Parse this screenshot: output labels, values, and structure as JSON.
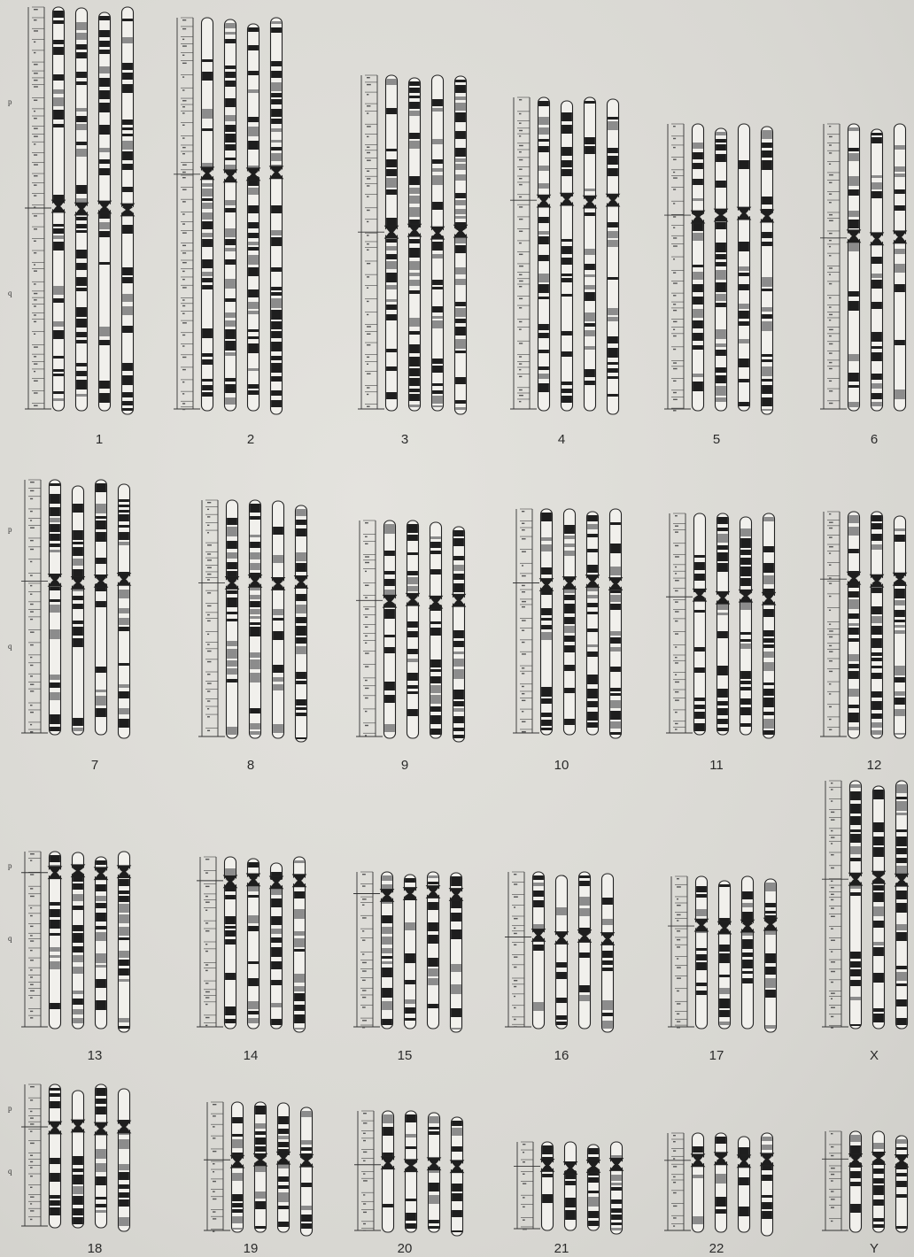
{
  "colors": {
    "paper": "#dcdbd6",
    "band_dark": "#1e1e1e",
    "band_gray": "#8c8c8c",
    "band_light": "#f1f0ec",
    "outline": "#222222"
  },
  "arm_labels": {
    "p": "p",
    "q": "q"
  },
  "chromosomes": [
    {
      "label": "1"
    },
    {
      "label": "2"
    },
    {
      "label": "3"
    },
    {
      "label": "4"
    },
    {
      "label": "5"
    },
    {
      "label": "6"
    },
    {
      "label": "7"
    },
    {
      "label": "8"
    },
    {
      "label": "9"
    },
    {
      "label": "10"
    },
    {
      "label": "11"
    },
    {
      "label": "12"
    },
    {
      "label": "13"
    },
    {
      "label": "14"
    },
    {
      "label": "15"
    },
    {
      "label": "16"
    },
    {
      "label": "17"
    },
    {
      "label": "X"
    },
    {
      "label": "18"
    },
    {
      "label": "19"
    },
    {
      "label": "20"
    },
    {
      "label": "21"
    },
    {
      "label": "22"
    },
    {
      "label": "Y"
    }
  ]
}
